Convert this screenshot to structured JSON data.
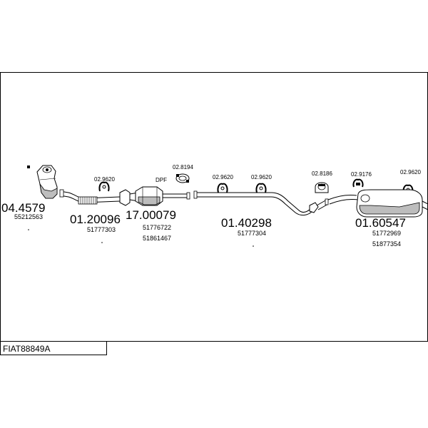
{
  "diagram": {
    "code": "FIAT88849A",
    "labels": {
      "p04_4579": "04.4579",
      "p55212563": "55212563",
      "p01_20096": "01.20096",
      "p51777303": "51777303",
      "p17_00079": "17.00079",
      "p51776722": "51776722",
      "p51861467": "51861467",
      "p01_40298": "01.40298",
      "p51777304": "51777304",
      "p01_60547": "01.60547",
      "p51772969": "51772969",
      "p51877354": "51877354",
      "hanger_a": "02.9620",
      "dpf": "DPF",
      "clamp_8194": "02.8194",
      "hanger_b": "02.9620",
      "hanger_c": "02.9620",
      "mount_8186": "02.8186",
      "mount_9176": "02.9176",
      "hanger_d": "02.9620"
    }
  }
}
